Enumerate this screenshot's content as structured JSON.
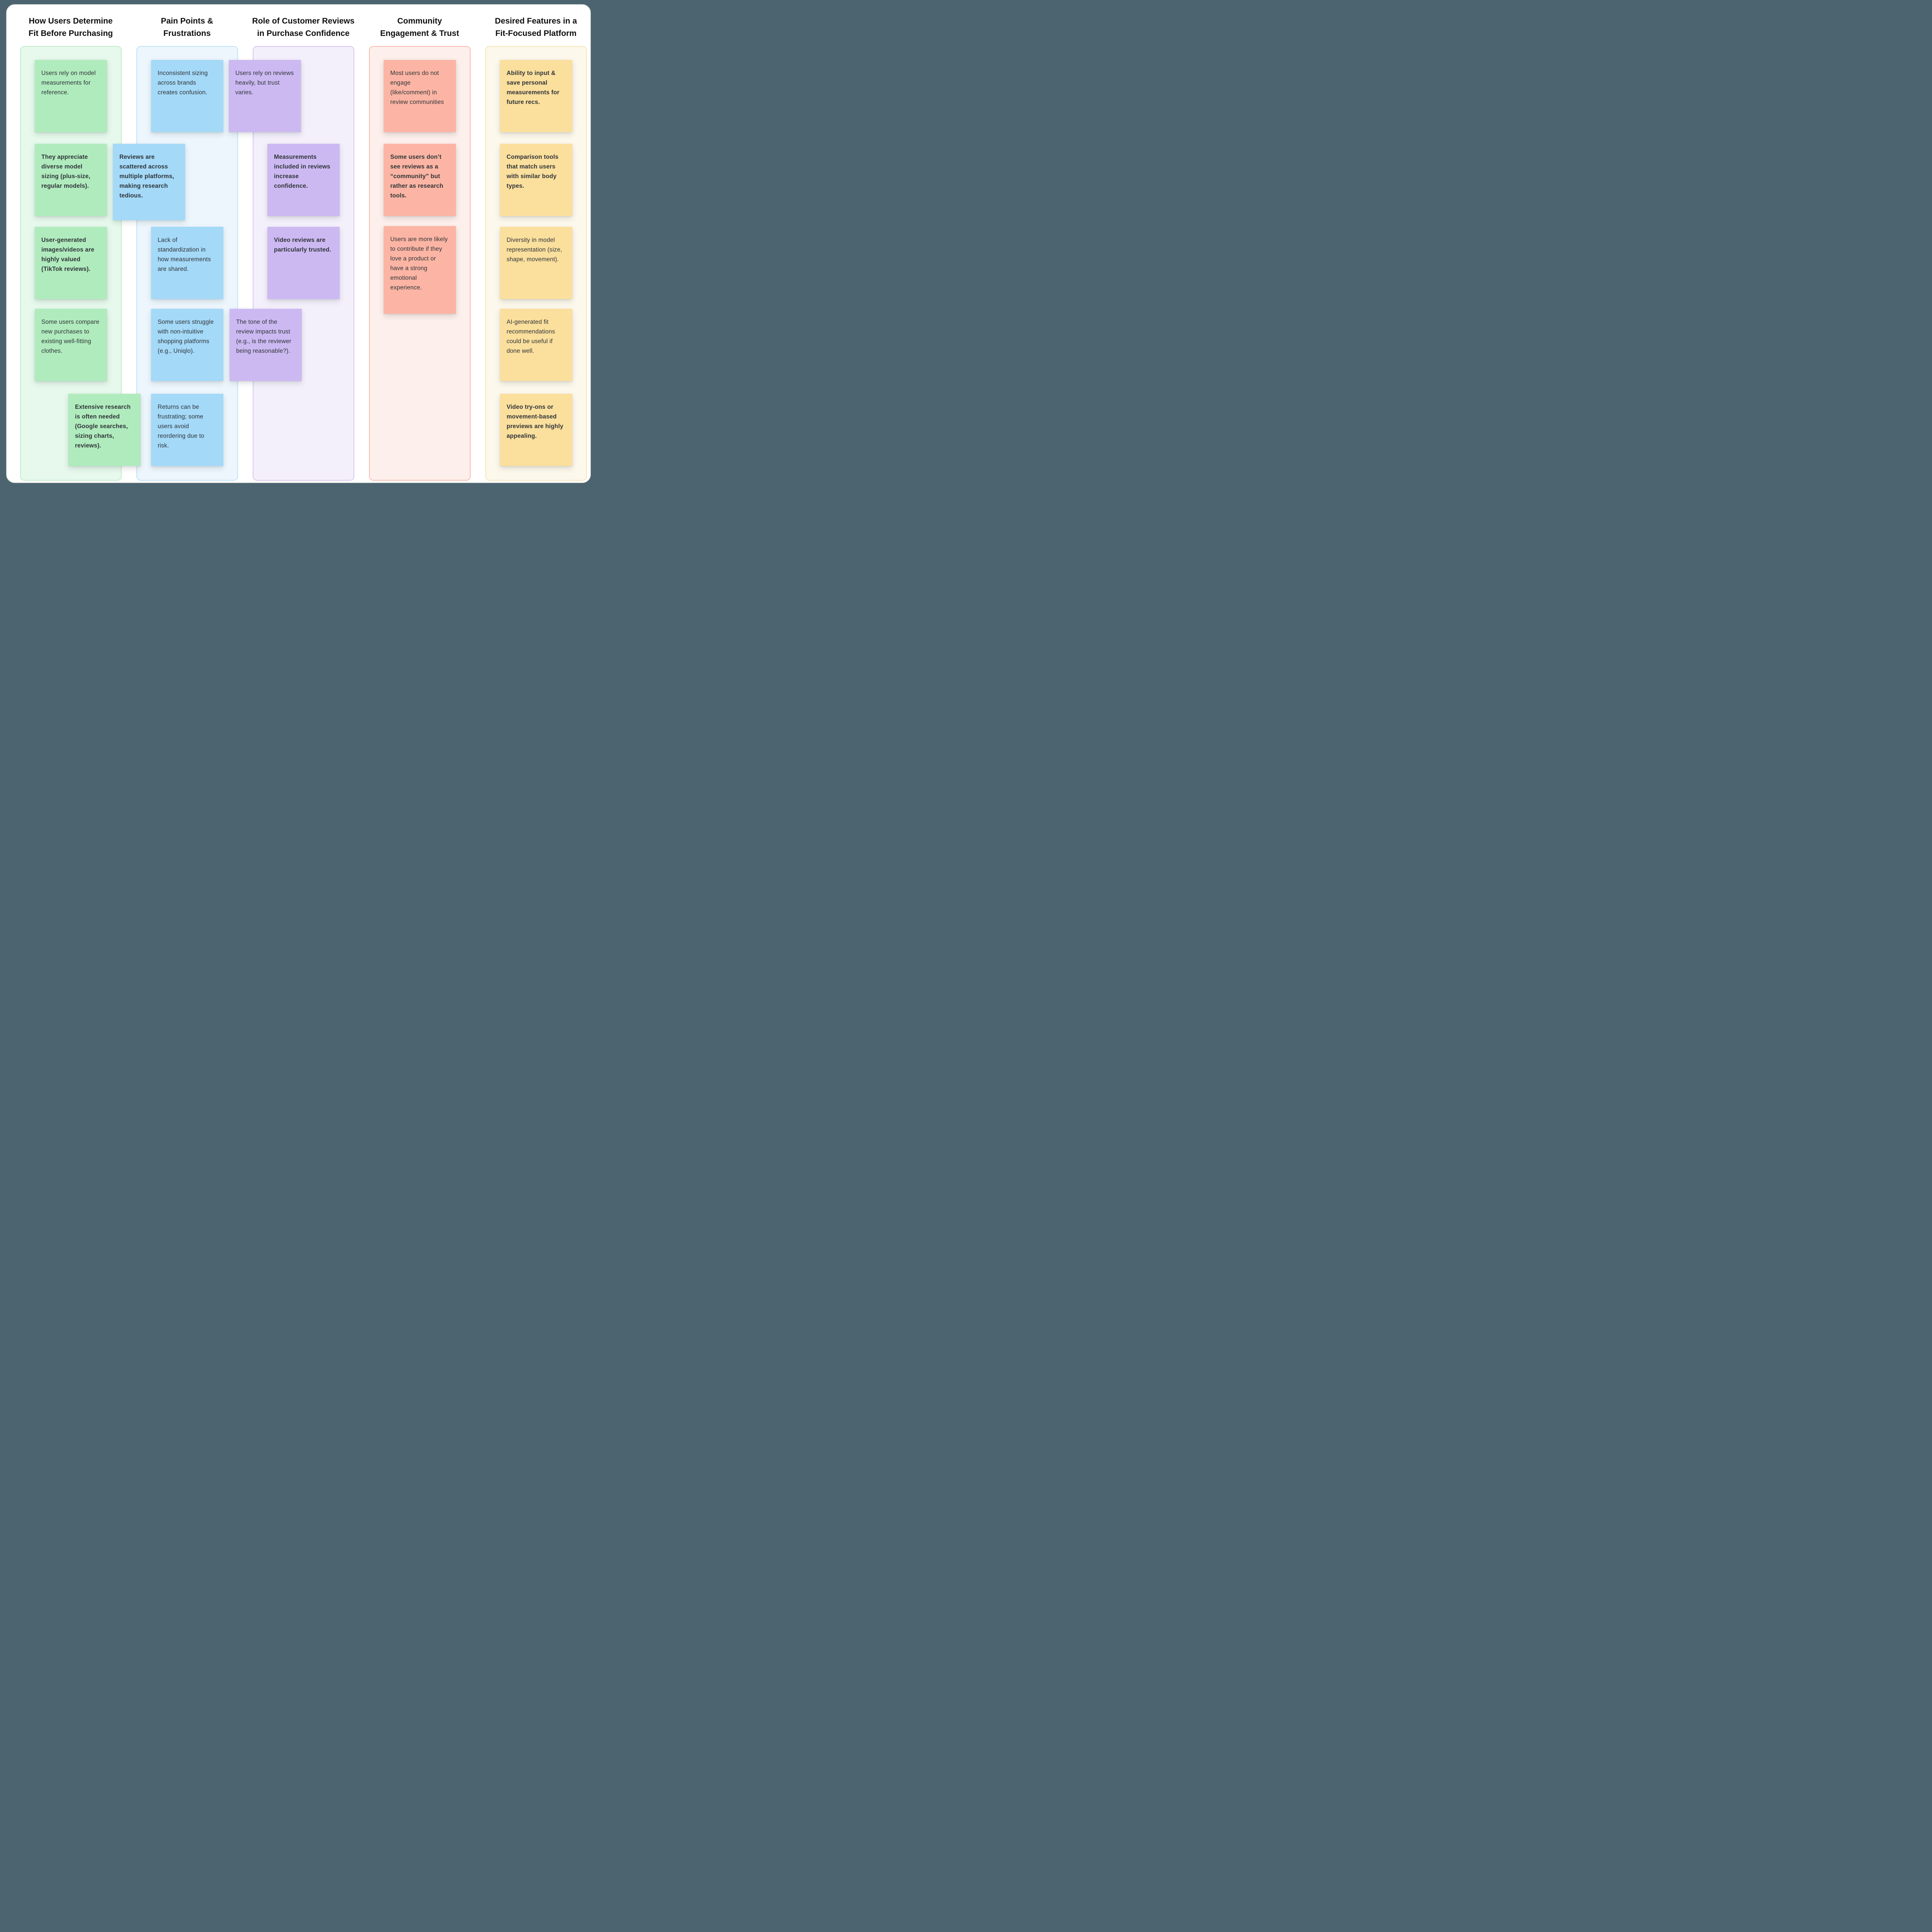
{
  "palette": {
    "page_bg": "#4c6470",
    "card_bg": "#ffffff",
    "card_border": "#e6e7e3",
    "header_text": "#0e0f10",
    "note_text": "#2f3438",
    "green_note": "#b0ebbd",
    "green_container_bg": "#e6f9ec",
    "green_container_border": "#c3ecca",
    "blue_note": "#a4d9f8",
    "blue_container_bg": "#edf6fd",
    "blue_container_border": "#bfe2f7",
    "purple_note": "#ccb9f2",
    "purple_container_bg": "#f4f0fb",
    "purple_container_border": "#d7c7f2",
    "pink_note": "#fcb5a4",
    "pink_container_bg": "#fdefeb",
    "pink_container_border": "#f8bdb0",
    "yellow_note": "#fbdf9d",
    "yellow_container_bg": "#fdf8ec",
    "yellow_container_border": "#f5e5b8"
  },
  "columns": [
    {
      "title": "How Users Determine\nFit Before Purchasing",
      "color": "green",
      "notes": [
        {
          "text": "Users rely on model measurements for reference."
        },
        {
          "text": "They appreciate diverse model sizing (plus-size, regular models)."
        },
        {
          "text": "User-generated images/videos are highly valued (TikTok reviews)."
        },
        {
          "text": "Some users compare new purchases to existing well-fitting clothes."
        },
        {
          "text": "Extensive research is often needed (Google searches, sizing charts, reviews)."
        }
      ]
    },
    {
      "title": "Pain Points &\nFrustrations",
      "color": "blue",
      "notes": [
        {
          "text": "Inconsistent sizing across brands creates confusion."
        },
        {
          "text": "Reviews are scattered across multiple platforms, making research tedious."
        },
        {
          "text": "Lack of standardization in how measurements are shared."
        },
        {
          "text": "Some users struggle with non-intuitive shopping platforms (e.g., Uniqlo)."
        },
        {
          "text": "Returns can be frustrating; some users avoid reordering due to risk."
        }
      ]
    },
    {
      "title": "Role of Customer Reviews\nin Purchase Confidence",
      "color": "purple",
      "notes": [
        {
          "text": "Users rely on reviews heavily, but trust varies."
        },
        {
          "text": "Measurements included in reviews increase confidence."
        },
        {
          "text": "Video reviews are particularly trusted."
        },
        {
          "text": "The tone of the review impacts trust (e.g., is the reviewer being reasonable?)."
        }
      ]
    },
    {
      "title": "Community\nEngagement & Trust",
      "color": "pink",
      "notes": [
        {
          "text": "Most users do not engage (like/comment) in review communities"
        },
        {
          "text": "Some users don’t see reviews as a “community” but rather as research tools."
        },
        {
          "text": "Users are more likely to contribute if they love a product or have a strong emotional experience."
        }
      ]
    },
    {
      "title": "Desired Features in a\nFit-Focused Platform",
      "color": "yellow",
      "notes": [
        {
          "text": "Ability to input & save personal measurements for future recs."
        },
        {
          "text": "Comparison tools that match users with similar body types."
        },
        {
          "text": "Diversity in model representation (size, shape, movement)."
        },
        {
          "text": "AI-generated fit recommendations could be useful if done well."
        },
        {
          "text": "Video try-ons or movement-based previews are highly appealing."
        }
      ]
    }
  ]
}
